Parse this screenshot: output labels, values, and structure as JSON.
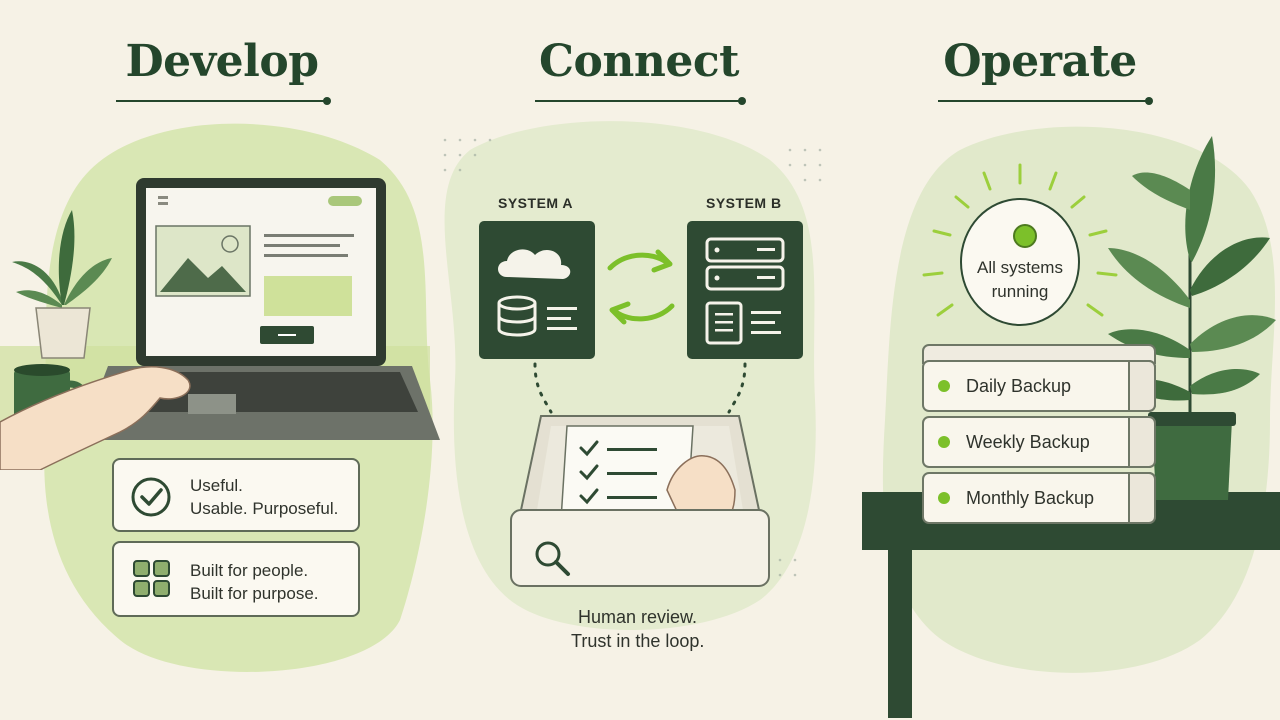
{
  "sections": [
    {
      "title": "Develop"
    },
    {
      "title": "Connect"
    },
    {
      "title": "Operate"
    }
  ],
  "develop": {
    "cards": [
      {
        "line1": "Useful.",
        "line2": "Usable. Purposeful.",
        "icon": "check-circle-icon"
      },
      {
        "line1": "Built for people.",
        "line2": "Built for purpose.",
        "icon": "grid-icon"
      }
    ]
  },
  "connect": {
    "system_a": "SYSTEM A",
    "system_b": "SYSTEM B",
    "caption_line1": "Human review.",
    "caption_line2": "Trust in the loop."
  },
  "operate": {
    "status_line1": "All systems",
    "status_line2": "running",
    "backups": [
      "Daily Backup",
      "Weekly Backup",
      "Monthly Backup"
    ]
  },
  "colors": {
    "background": "#f6f2e6",
    "dark_green": "#24462c",
    "accent_green": "#7cc02a",
    "light_green": "#d9e7b4"
  }
}
